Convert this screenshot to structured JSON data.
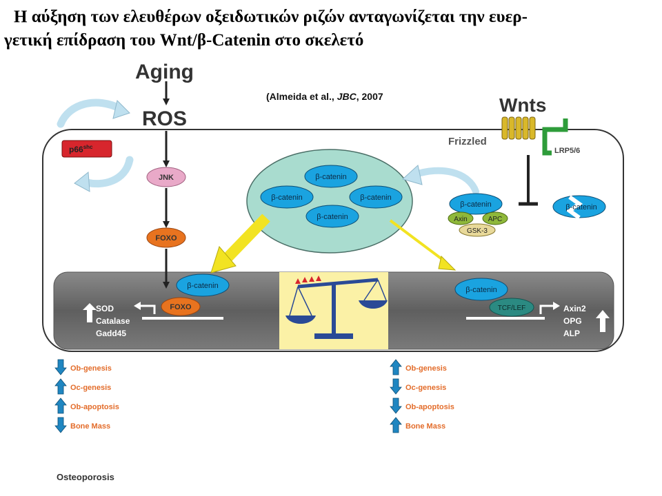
{
  "title": {
    "line1": "Η αύξηση των ελευθέρων οξειδωτικών ριζών ανταγωνίζεται την ευερ-",
    "line2": "γετική επίδραση του Wnt/β-Catenin  στο σκελετό"
  },
  "citation": {
    "prefix": "(Almeida et al., ",
    "journal": "JBC",
    "suffix": ", 2007"
  },
  "labels": {
    "aging": "Aging",
    "ros": "ROS",
    "p66": "p66",
    "p66_sup": "shc",
    "jnk": "JNK",
    "foxo": "FOXO",
    "wnts": "Wnts",
    "frizzled": "Frizzled",
    "lrp": "LRP5/6",
    "beta_catenin": "β-catenin",
    "axin": "Axin",
    "apc": "APC",
    "gsk3": "GSK-3",
    "tcf_lef": "TCF/LEF"
  },
  "left_genes": [
    "SOD",
    "Catalase",
    "Gadd45"
  ],
  "right_genes": [
    "Axin2",
    "OPG",
    "ALP"
  ],
  "left_outcomes": [
    {
      "label": "Ob-genesis",
      "dir": "down"
    },
    {
      "label": "Oc-genesis",
      "dir": "up"
    },
    {
      "label": "Ob-apoptosis",
      "dir": "up"
    },
    {
      "label": "Bone Mass",
      "dir": "down"
    }
  ],
  "right_outcomes": [
    {
      "label": "Ob-genesis",
      "dir": "up"
    },
    {
      "label": "Oc-genesis",
      "dir": "down"
    },
    {
      "label": "Ob-apoptosis",
      "dir": "down"
    },
    {
      "label": "Bone Mass",
      "dir": "up"
    }
  ],
  "osteoporosis": "Osteoporosis",
  "colors": {
    "beta_catenin": "#1aa3e0",
    "orange": "#e8731f",
    "pink": "#e9a9c8",
    "green_node": "#8fb83a",
    "cytoplasm_pool": "#a9dccf",
    "nucleus": "#6e6e6e",
    "balance_bg": "#fbf1a6",
    "balance": "#2a4a96",
    "yellow_arrow": "#f2e322",
    "light_blue_arrow": "#bfe0ef",
    "red_box": "#d7262d",
    "outcome_text": "#e36c2a",
    "outcome_arrow": "#1f86c1"
  }
}
